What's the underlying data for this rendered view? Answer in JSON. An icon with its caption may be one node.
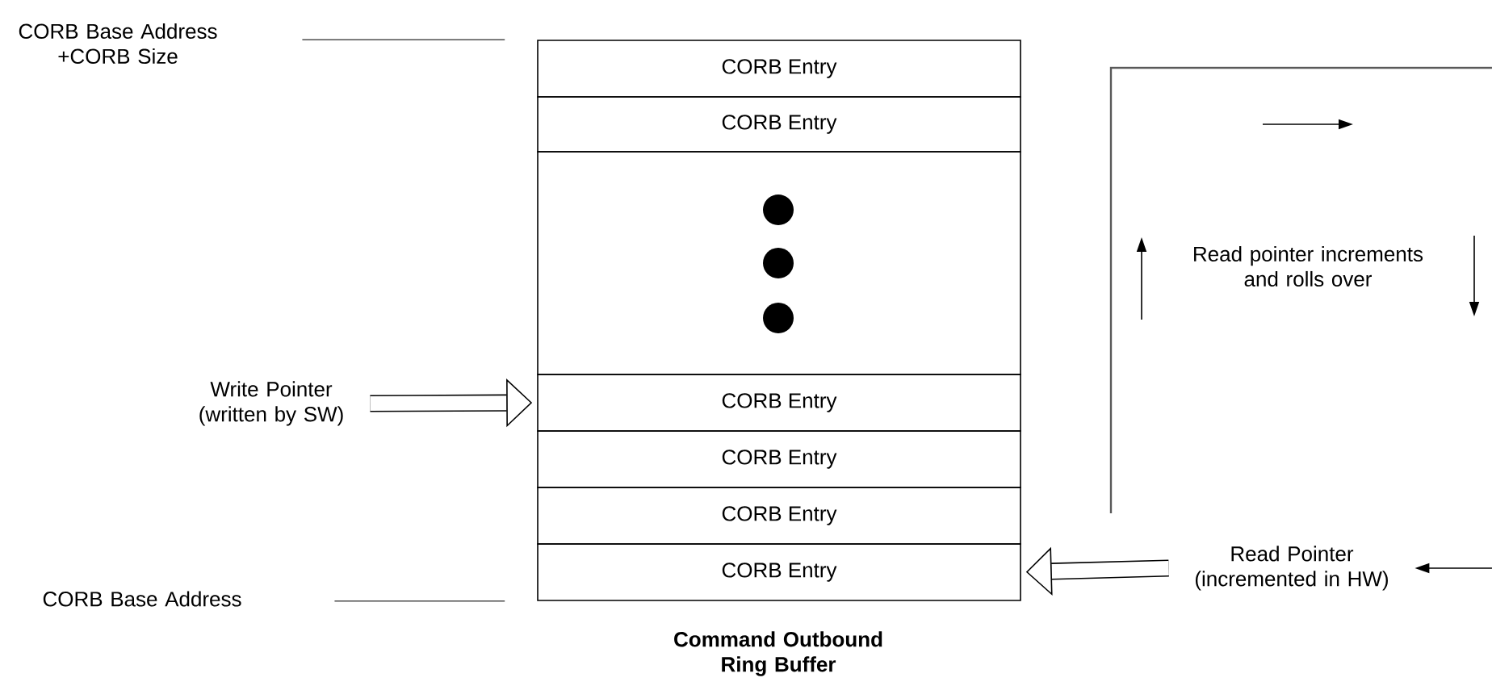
{
  "diagram": {
    "caption": "Command Outbound Ring Buffer",
    "nodes": [
      {
        "text": [
          "CORB Base Address +CORB Size"
        ]
      },
      {
        "text": [
          "CORB Entry"
        ]
      },
      {
        "text": [
          "CORB Entry"
        ]
      },
      {
        "text": [],
        "shape": "box"
      },
      {
        "text": [
          "CORB Entry"
        ]
      },
      {
        "text": [
          "CORB Entry"
        ]
      },
      {
        "text": [
          "CORB Entry"
        ]
      },
      {
        "text": [
          "CORB Entry"
        ]
      },
      {
        "text": [
          "Write Pointer (written by SW)"
        ]
      },
      {
        "text": [
          "CORB Base Address"
        ]
      },
      {
        "text": [
          "Read Pointer (incremented in HW)"
        ]
      }
    ],
    "edges": [
      {
        "from": 0,
        "to": 1,
        "arrow": "none"
      },
      {
        "from": 9,
        "to": 7,
        "arrow": "none"
      },
      {
        "from": 8,
        "to": 4,
        "arrow": "to",
        "style": "thick"
      },
      {
        "from": 10,
        "to": 7,
        "arrow": "to",
        "style": "thick"
      },
      {
        "from": null,
        "to": 10,
        "arrow": "to"
      }
    ],
    "labels": [
      "Read pointer increments and rolls over"
    ]
  }
}
